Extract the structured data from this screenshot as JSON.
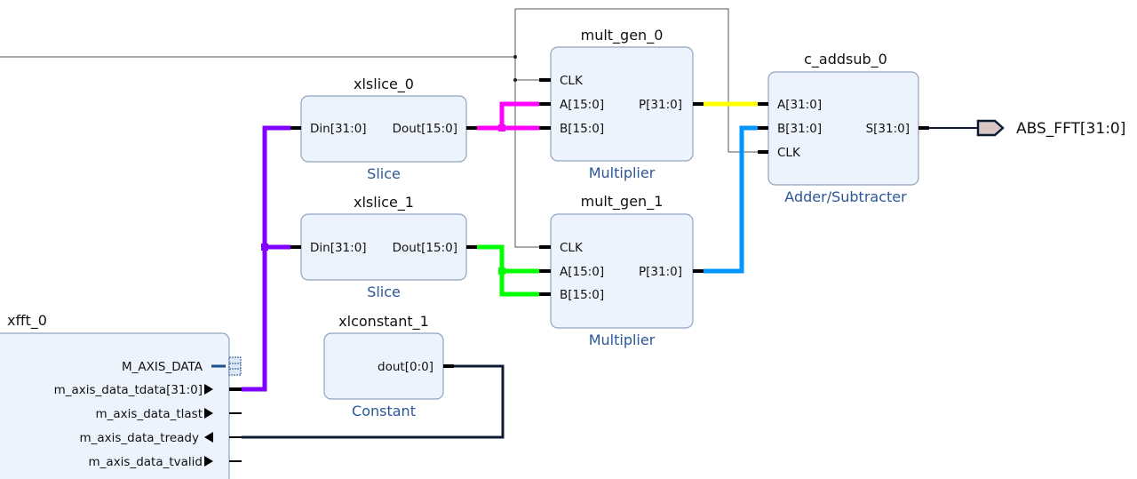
{
  "blocks": {
    "xfft_0": {
      "name": "xfft_0",
      "ports": [
        "M_AXIS_DATA",
        "m_axis_data_tdata[31:0]",
        "m_axis_data_tlast",
        "m_axis_data_tready",
        "m_axis_data_tvalid"
      ]
    },
    "xlslice_0": {
      "name": "xlslice_0",
      "in": "Din[31:0]",
      "out": "Dout[15:0]",
      "type": "Slice"
    },
    "xlslice_1": {
      "name": "xlslice_1",
      "in": "Din[31:0]",
      "out": "Dout[15:0]",
      "type": "Slice"
    },
    "xlconstant_1": {
      "name": "xlconstant_1",
      "out": "dout[0:0]",
      "type": "Constant"
    },
    "mult_gen_0": {
      "name": "mult_gen_0",
      "clk": "CLK",
      "a": "A[15:0]",
      "b": "B[15:0]",
      "p": "P[31:0]",
      "type": "Multiplier"
    },
    "mult_gen_1": {
      "name": "mult_gen_1",
      "clk": "CLK",
      "a": "A[15:0]",
      "b": "B[15:0]",
      "p": "P[31:0]",
      "type": "Multiplier"
    },
    "c_addsub_0": {
      "name": "c_addsub_0",
      "a": "A[31:0]",
      "b": "B[31:0]",
      "clk": "CLK",
      "s": "S[31:0]",
      "type": "Adder/Subtracter"
    }
  },
  "output_port": {
    "name": "ABS_FFT[31:0]"
  },
  "colors": {
    "purple": "#8000ff",
    "magenta": "#ff00ff",
    "green": "#00ff00",
    "yellow": "#ffff00",
    "blue": "#0096ff",
    "dark": "#0d1b33"
  }
}
